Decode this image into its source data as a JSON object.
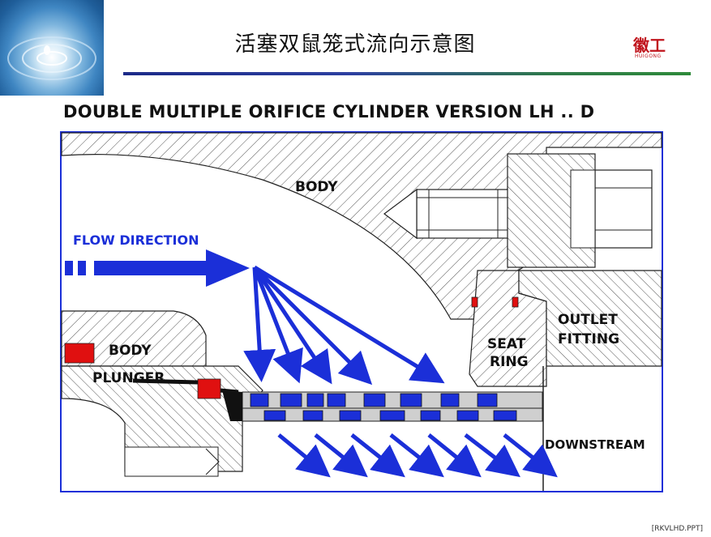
{
  "slide": {
    "title": "活塞双鼠笼式流向示意图",
    "logo_text": "徽工",
    "logo_caption": "HUIGONG",
    "heading": "DOUBLE MULTIPLE ORIFICE CYLINDER VERSION LH .. D",
    "footer": "[RKVLHD.PPT]"
  },
  "diagram": {
    "labels": {
      "body_top": "BODY",
      "flow_direction": "FLOW DIRECTION",
      "body_left": "BODY",
      "plunger": "PLUNGER",
      "seat_ring_1": "SEAT",
      "seat_ring_2": "RING",
      "outlet_1": "OUTLET",
      "outlet_2": "FITTING",
      "downstream": "DOWNSTREAM"
    },
    "colors": {
      "flow_arrow": "#1b2fd8",
      "seal": "#e01010",
      "frame": "#1b2fd8",
      "hatch": "#444444"
    }
  }
}
